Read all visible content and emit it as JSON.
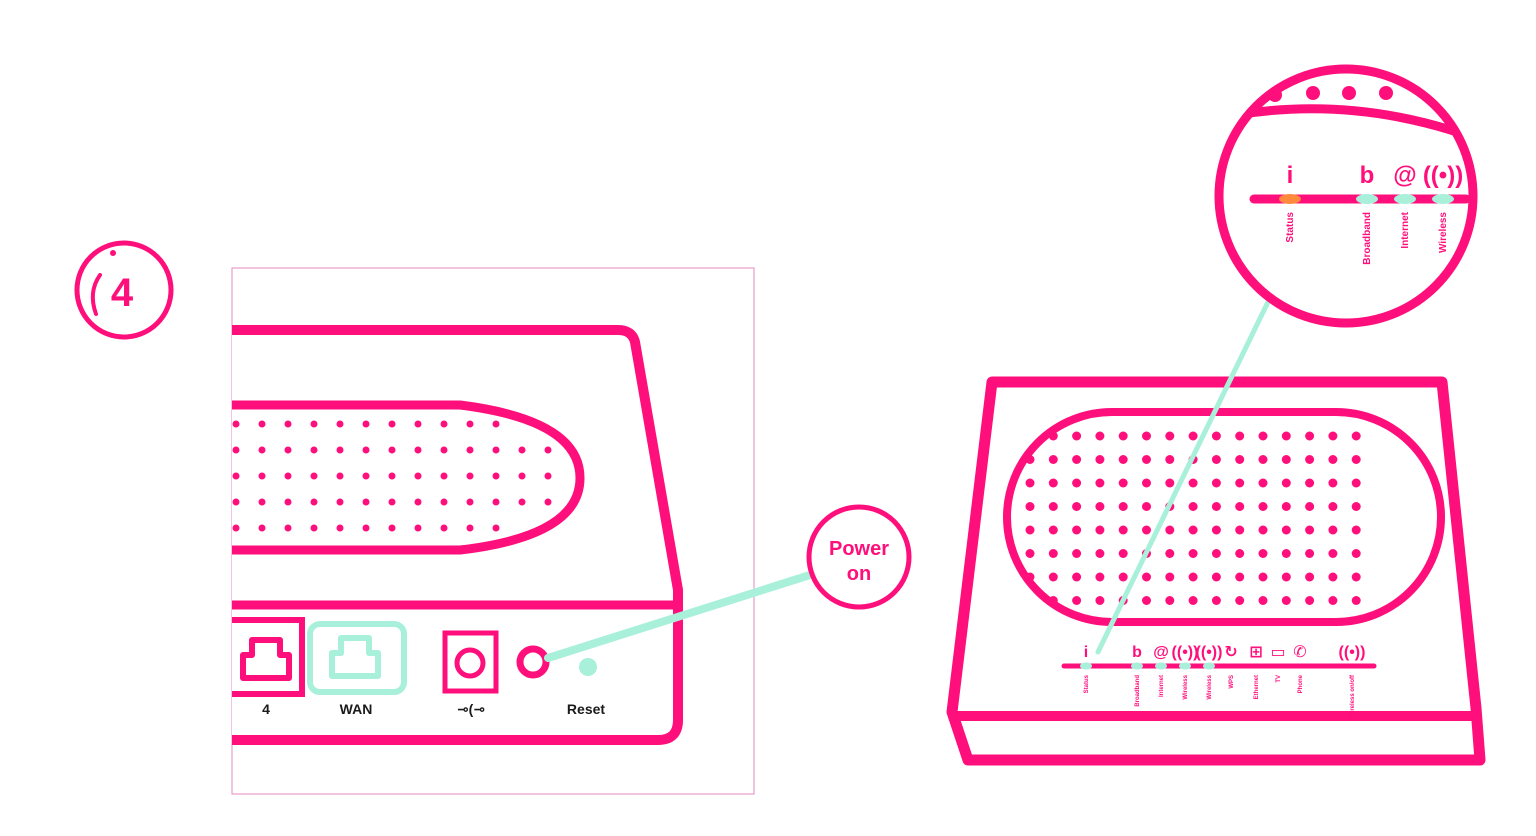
{
  "step": {
    "number": "4"
  },
  "colors": {
    "magenta": "#ff0f7b",
    "mint": "#a8f0da",
    "orange": "#ff8a3d",
    "frame": "#e58ac0"
  },
  "rear_panel": {
    "ports": [
      {
        "label": "4",
        "icon": "ethernet-port-icon",
        "highlighted": false
      },
      {
        "label": "WAN",
        "icon": "ethernet-port-icon",
        "highlighted": true
      },
      {
        "label": "⊸(⊸",
        "icon": "power-jack-icon",
        "highlighted": false
      },
      {
        "label": "Reset",
        "icon": "reset-pinhole-icon",
        "highlighted": false
      }
    ],
    "callout": {
      "line1": "Power",
      "line2": "on"
    }
  },
  "zoom": {
    "leds": [
      {
        "icon": "i",
        "label": "Status",
        "state": "orange"
      },
      {
        "icon": "b",
        "label": "Broadband",
        "state": "mint"
      },
      {
        "icon": "@",
        "label": "Internet",
        "state": "mint"
      },
      {
        "icon": "((•))",
        "label": "Wireless",
        "state": "mint"
      }
    ]
  },
  "front_panel": {
    "leds": [
      {
        "icon": "i",
        "label": "Status",
        "lit": true
      },
      {
        "icon": "b",
        "label": "Broadband",
        "lit": true
      },
      {
        "icon": "@",
        "label": "Internet",
        "lit": true
      },
      {
        "icon": "((•))",
        "label": "Wireless",
        "lit": true
      },
      {
        "icon": "((•))",
        "label": "Wireless",
        "lit": true
      },
      {
        "icon": "↻",
        "label": "WPS",
        "lit": false
      },
      {
        "icon": "⊞",
        "label": "Ethernet",
        "lit": false
      },
      {
        "icon": "▭",
        "label": "TV",
        "lit": false
      },
      {
        "icon": "✆",
        "label": "Phone",
        "lit": false
      },
      {
        "icon": "((•))",
        "label": "Wireless on/off",
        "lit": false
      }
    ]
  }
}
